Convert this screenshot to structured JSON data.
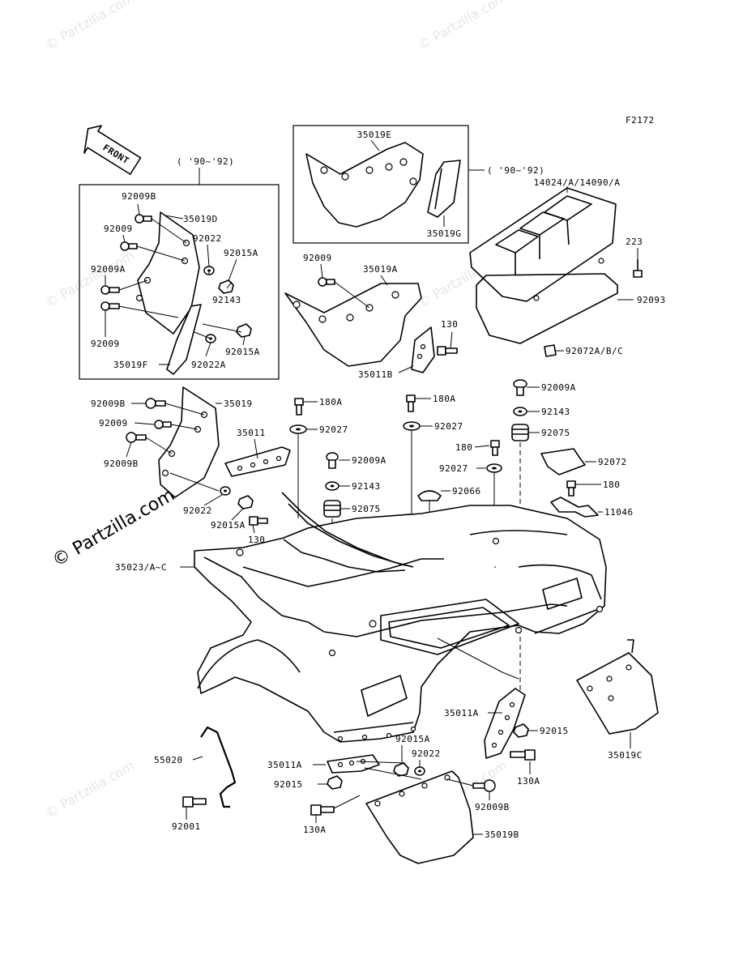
{
  "diagram": {
    "figure_code": "F2172",
    "front_label": "FRONT",
    "year_note": "( '90~'92)",
    "year_note_2": "( '90~'92)",
    "watermark_text": "© Partzilla.com",
    "watermark_big": "© Partzilla.com"
  },
  "labels": {
    "l_35019E": "35019E",
    "l_35019G": "35019G",
    "l_14024": "14024/A/14090/A",
    "l_223": "223",
    "l_92093": "92093",
    "l_92072ABC": "92072A/B/C",
    "l_92009B_top": "92009B",
    "l_35019D": "35019D",
    "l_92009_a": "92009",
    "l_92022_a": "92022",
    "l_92015A_a": "92015A",
    "l_92009A_a": "92009A",
    "l_92143_a": "92143",
    "l_92009_b": "92009",
    "l_92015A_b": "92015A",
    "l_35019F": "35019F",
    "l_92022A": "92022A",
    "l_92009_c": "92009",
    "l_35019A": "35019A",
    "l_130_a": "130",
    "l_35011B": "35011B",
    "l_92009B_b": "92009B",
    "l_35019": "35019",
    "l_92009_d": "92009",
    "l_92009B_c": "92009B",
    "l_35011": "35011",
    "l_92022_b": "92022",
    "l_92015A_c": "92015A",
    "l_130_b": "130",
    "l_180A_a": "180A",
    "l_92027_a": "92027",
    "l_92009A_b": "92009A",
    "l_92143_b": "92143",
    "l_92075_a": "92075",
    "l_180A_b": "180A",
    "l_92027_b": "92027",
    "l_92066": "92066",
    "l_92009A_c": "92009A",
    "l_92143_c": "92143",
    "l_92075_b": "92075",
    "l_180_a": "180",
    "l_92027_c": "92027",
    "l_92072": "92072",
    "l_180_b": "180",
    "l_11046": "11046",
    "l_35023": "35023/A~C",
    "l_35011A_a": "35011A",
    "l_92015_a": "92015",
    "l_35019C": "35019C",
    "l_130A_a": "130A",
    "l_55020": "55020",
    "l_92015A_d": "92015A",
    "l_92022_c": "92022",
    "l_35011A_b": "35011A",
    "l_92015_b": "92015",
    "l_92009B_d": "92009B",
    "l_92001": "92001",
    "l_130A_b": "130A",
    "l_35019B": "35019B"
  }
}
